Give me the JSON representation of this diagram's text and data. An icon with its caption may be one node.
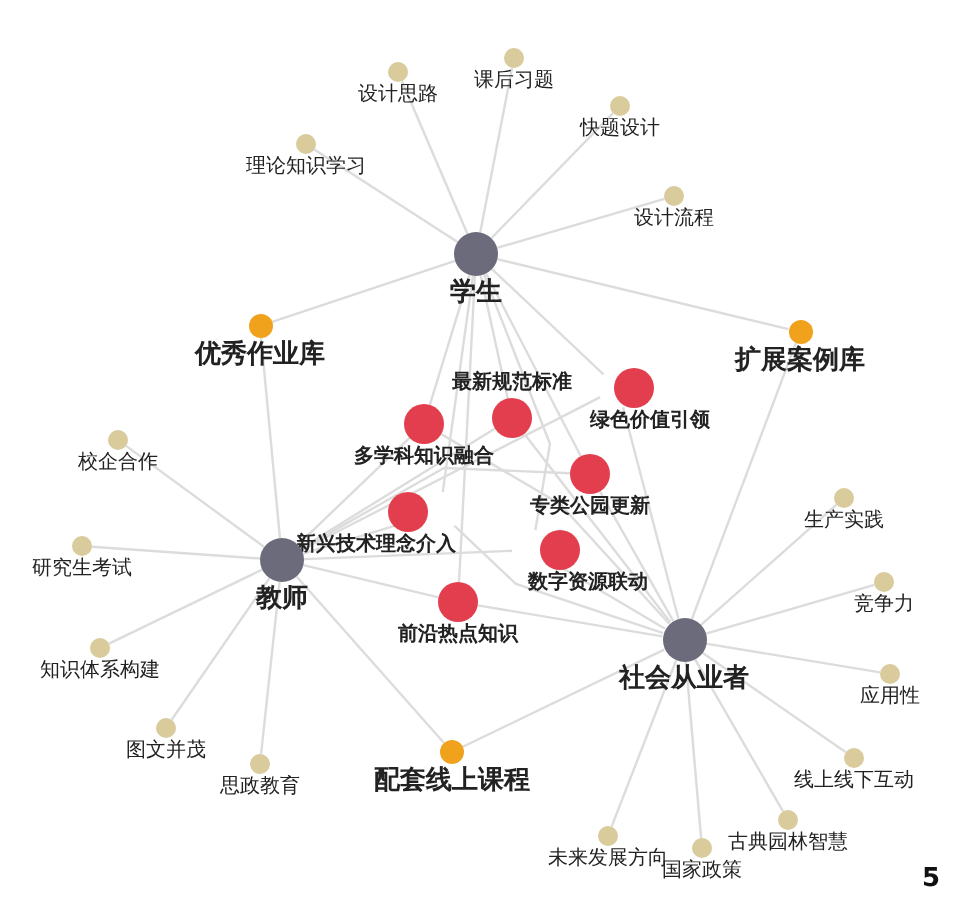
{
  "diagram": {
    "nodes": [
      {
        "text": [
          "课后习题"
        ]
      },
      {
        "text": [
          "设计思路"
        ]
      },
      {
        "text": [
          "快题设计"
        ]
      },
      {
        "text": [
          "理论知识学习"
        ]
      },
      {
        "text": [
          "设计流程"
        ]
      },
      {
        "text": [
          "学生"
        ]
      },
      {
        "text": [
          "优秀作业库"
        ]
      },
      {
        "text": [
          "扩展案例库"
        ]
      },
      {
        "text": [
          "最新规范标准"
        ]
      },
      {
        "text": [
          "绿色价值引领"
        ]
      },
      {
        "text": [
          "多学科知识融合"
        ]
      },
      {
        "text": [
          "校企合作"
        ]
      },
      {
        "text": [
          "专类公园更新"
        ]
      },
      {
        "text": [
          "新兴技术理念介入"
        ]
      },
      {
        "text": [
          "数字资源联动"
        ]
      },
      {
        "text": [
          "教师"
        ]
      },
      {
        "text": [
          "研究生考试"
        ]
      },
      {
        "text": [
          "生产实践"
        ]
      },
      {
        "text": [
          "竞争力"
        ]
      },
      {
        "text": [
          "前沿热点知识"
        ]
      },
      {
        "text": [
          "社会从业者"
        ]
      },
      {
        "text": [
          "知识体系构建"
        ]
      },
      {
        "text": [
          "应用性"
        ]
      },
      {
        "text": [
          "图文并茂"
        ]
      },
      {
        "text": [
          "配套线上课程"
        ]
      },
      {
        "text": [
          "线上线下互动"
        ]
      },
      {
        "text": [
          "思政教育"
        ]
      },
      {
        "text": [
          "古典园林智慧"
        ]
      },
      {
        "text": [
          "未来发展方向"
        ]
      },
      {
        "text": [
          "国家政策"
        ]
      }
    ],
    "edges": [
      {
        "from": 5,
        "to": 0,
        "arrow": "none"
      },
      {
        "from": 5,
        "to": 1,
        "arrow": "none"
      },
      {
        "from": 5,
        "to": 2,
        "arrow": "none"
      },
      {
        "from": 5,
        "to": 3,
        "arrow": "none"
      },
      {
        "from": 5,
        "to": 4,
        "arrow": "none"
      },
      {
        "from": 5,
        "to": 6,
        "arrow": "none"
      },
      {
        "from": 5,
        "to": 7,
        "arrow": "none"
      },
      {
        "from": 6,
        "to": 15,
        "arrow": "none"
      },
      {
        "from": 7,
        "to": 20,
        "arrow": "none"
      },
      {
        "from": 15,
        "to": 24,
        "arrow": "none"
      },
      {
        "from": 20,
        "to": 24,
        "arrow": "none"
      },
      {
        "from": 15,
        "to": 11,
        "arrow": "none"
      },
      {
        "from": 15,
        "to": 16,
        "arrow": "none"
      },
      {
        "from": 15,
        "to": 21,
        "arrow": "none"
      },
      {
        "from": 15,
        "to": 23,
        "arrow": "none"
      },
      {
        "from": 15,
        "to": 26,
        "arrow": "none"
      },
      {
        "from": 20,
        "to": 17,
        "arrow": "none"
      },
      {
        "from": 20,
        "to": 18,
        "arrow": "none"
      },
      {
        "from": 20,
        "to": 22,
        "arrow": "none"
      },
      {
        "from": 20,
        "to": 25,
        "arrow": "none"
      },
      {
        "from": 20,
        "to": 27,
        "arrow": "none"
      },
      {
        "from": 20,
        "to": 28,
        "arrow": "none"
      },
      {
        "from": 20,
        "to": 29,
        "arrow": "none"
      },
      {
        "from": 5,
        "to": 8,
        "arrow": "none"
      },
      {
        "from": 5,
        "to": 9,
        "arrow": "none"
      },
      {
        "from": 5,
        "to": 10,
        "arrow": "none"
      },
      {
        "from": 5,
        "to": 12,
        "arrow": "none"
      },
      {
        "from": 5,
        "to": 13,
        "arrow": "none"
      },
      {
        "from": 5,
        "to": 14,
        "arrow": "none"
      },
      {
        "from": 5,
        "to": 19,
        "arrow": "none"
      },
      {
        "from": 15,
        "to": 8,
        "arrow": "none"
      },
      {
        "from": 15,
        "to": 9,
        "arrow": "none"
      },
      {
        "from": 15,
        "to": 10,
        "arrow": "none"
      },
      {
        "from": 15,
        "to": 12,
        "arrow": "none"
      },
      {
        "from": 15,
        "to": 13,
        "arrow": "none"
      },
      {
        "from": 15,
        "to": 14,
        "arrow": "none"
      },
      {
        "from": 15,
        "to": 19,
        "arrow": "none"
      },
      {
        "from": 20,
        "to": 8,
        "arrow": "none"
      },
      {
        "from": 20,
        "to": 9,
        "arrow": "none"
      },
      {
        "from": 20,
        "to": 10,
        "arrow": "none"
      },
      {
        "from": 20,
        "to": 12,
        "arrow": "none"
      },
      {
        "from": 20,
        "to": 13,
        "arrow": "none"
      },
      {
        "from": 20,
        "to": 14,
        "arrow": "none"
      },
      {
        "from": 20,
        "to": 19,
        "arrow": "none"
      }
    ],
    "labels": [
      "5"
    ]
  }
}
